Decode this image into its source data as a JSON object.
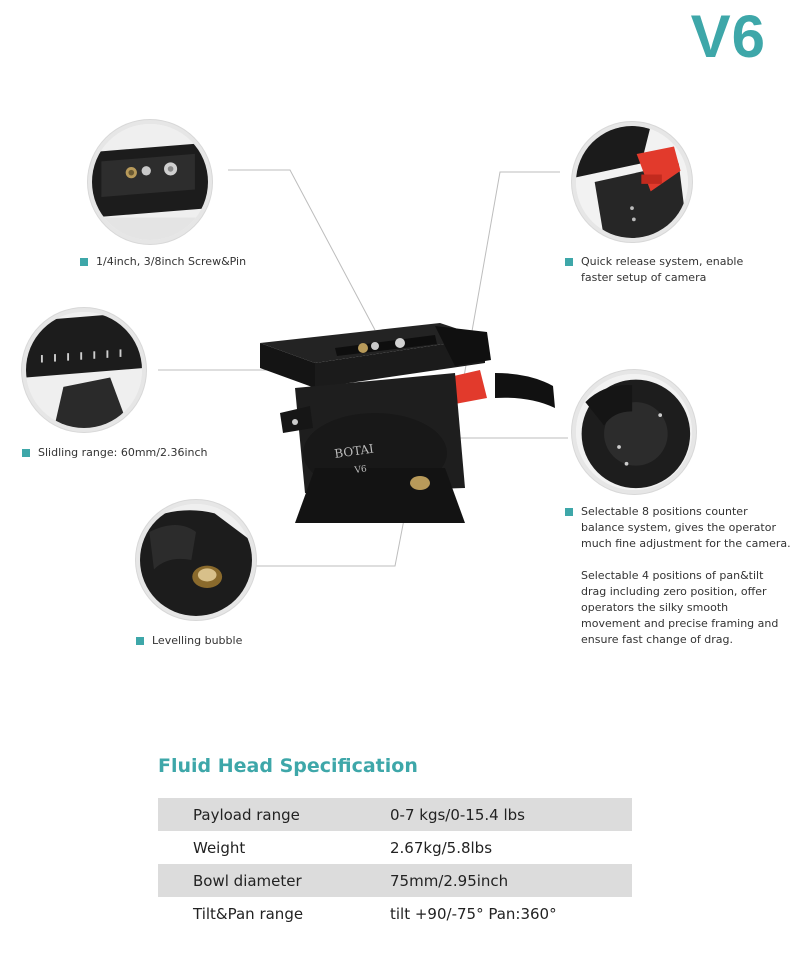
{
  "model": "V6",
  "callouts": {
    "screw_pin": "1/4inch, 3/8inch Screw&Pin",
    "quick_release_1": "Quick release system, enable",
    "quick_release_2": "faster setup of camera",
    "sliding": "Slidling range: 60mm/2.36inch",
    "counter_1": "Selectable 8 positions counter",
    "counter_2": "balance system, gives the operator",
    "counter_3": "much fine adjustment for the camera.",
    "drag_1": "Selectable 4 positions of pan&tilt",
    "drag_2": "drag including zero position, offer",
    "drag_3": "operators the silky smooth",
    "drag_4": "movement and precise framing and",
    "drag_5": "ensure fast change of drag.",
    "bubble": "Levelling bubble"
  },
  "product_brand": "BOTAI",
  "product_model_mark": "V6",
  "spec": {
    "title": "Fluid Head Specification",
    "rows": [
      {
        "label": "Payload range",
        "value": "0-7 kgs/0-15.4 lbs"
      },
      {
        "label": "Weight",
        "value": "2.67kg/5.8lbs"
      },
      {
        "label": "Bowl diameter",
        "value": "75mm/2.95inch"
      },
      {
        "label": "Tilt&Pan range",
        "value": "tilt +90/-75°  Pan:360°"
      }
    ]
  },
  "colors": {
    "accent": "#3ea7a9",
    "row_shade": "#dcdcdc",
    "lever_red": "#e23a2c"
  }
}
